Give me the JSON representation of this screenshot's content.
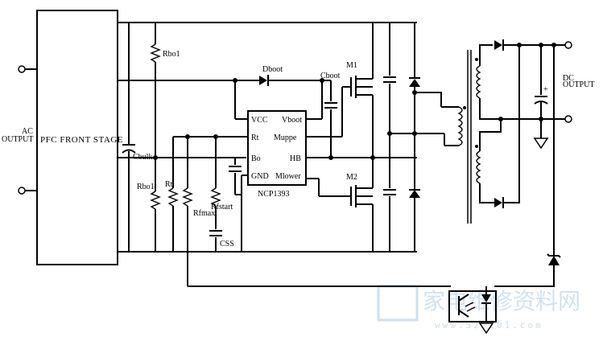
{
  "diagram": {
    "blocks": {
      "pfc_front_stage": "PFC FRONT STAGE",
      "ic_name": "NCP1393"
    },
    "ports": {
      "ac_output_top": "AC",
      "ac_output_bottom": "OUTPUT",
      "dc_output_top": "DC",
      "dc_output_bottom": "OUTPUT"
    },
    "ic_pins": {
      "vcc": "VCC",
      "vboot": "Vboot",
      "rt": "Rt",
      "muppe": "Muppe",
      "bo": "Bo",
      "hb": "HB",
      "gnd": "GND",
      "mlower": "Mlower"
    },
    "components": {
      "rbo1": "Rbo1",
      "rbo2": "Rbo1",
      "rt": "Rt",
      "rfmax": "Rfmax",
      "rfstart": "Rfstart",
      "css": "CSS",
      "cbulk": "Cbulk",
      "dboot": "Dboot",
      "cboot": "Cboot",
      "m1": "M1",
      "m2": "M2",
      "cap_polarity": "+"
    },
    "watermark": {
      "main": "家电维修资料网",
      "sub": "www.520101.com"
    }
  }
}
